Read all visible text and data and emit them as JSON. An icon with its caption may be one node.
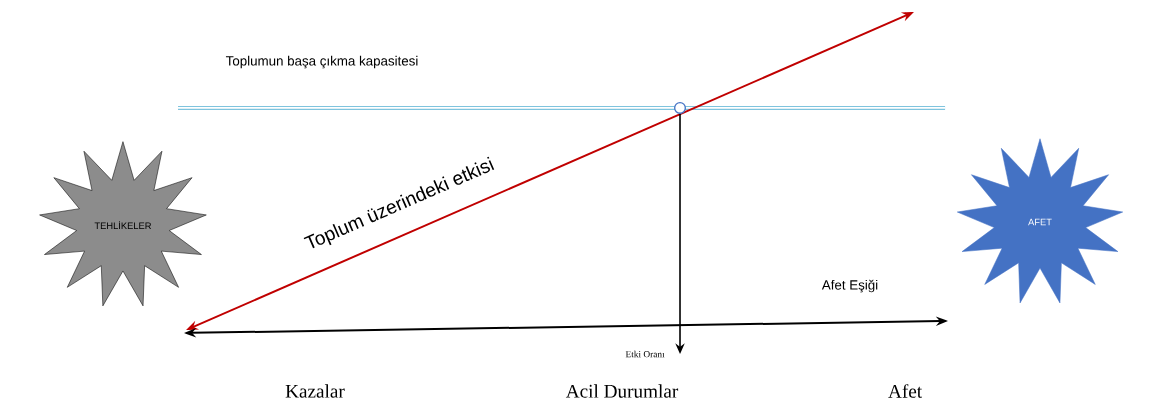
{
  "diagram": {
    "nodes": [
      {
        "text": [
          "TEHLİKELER"
        ]
      },
      {
        "text": [
          "AFET"
        ]
      },
      {
        "text": [],
        "shape": "circle"
      },
      {
        "text": [
          "Etki Oranı"
        ]
      }
    ],
    "edges": [
      {
        "from": 2,
        "to": 3,
        "arrow": "to"
      }
    ],
    "labels": [
      "Toplumun başa çıkma kapasitesi",
      "Toplum üzerindeki etkisi",
      "Afet Eşiği",
      "Kazalar",
      "Acil Durumlar",
      "Afet"
    ]
  }
}
